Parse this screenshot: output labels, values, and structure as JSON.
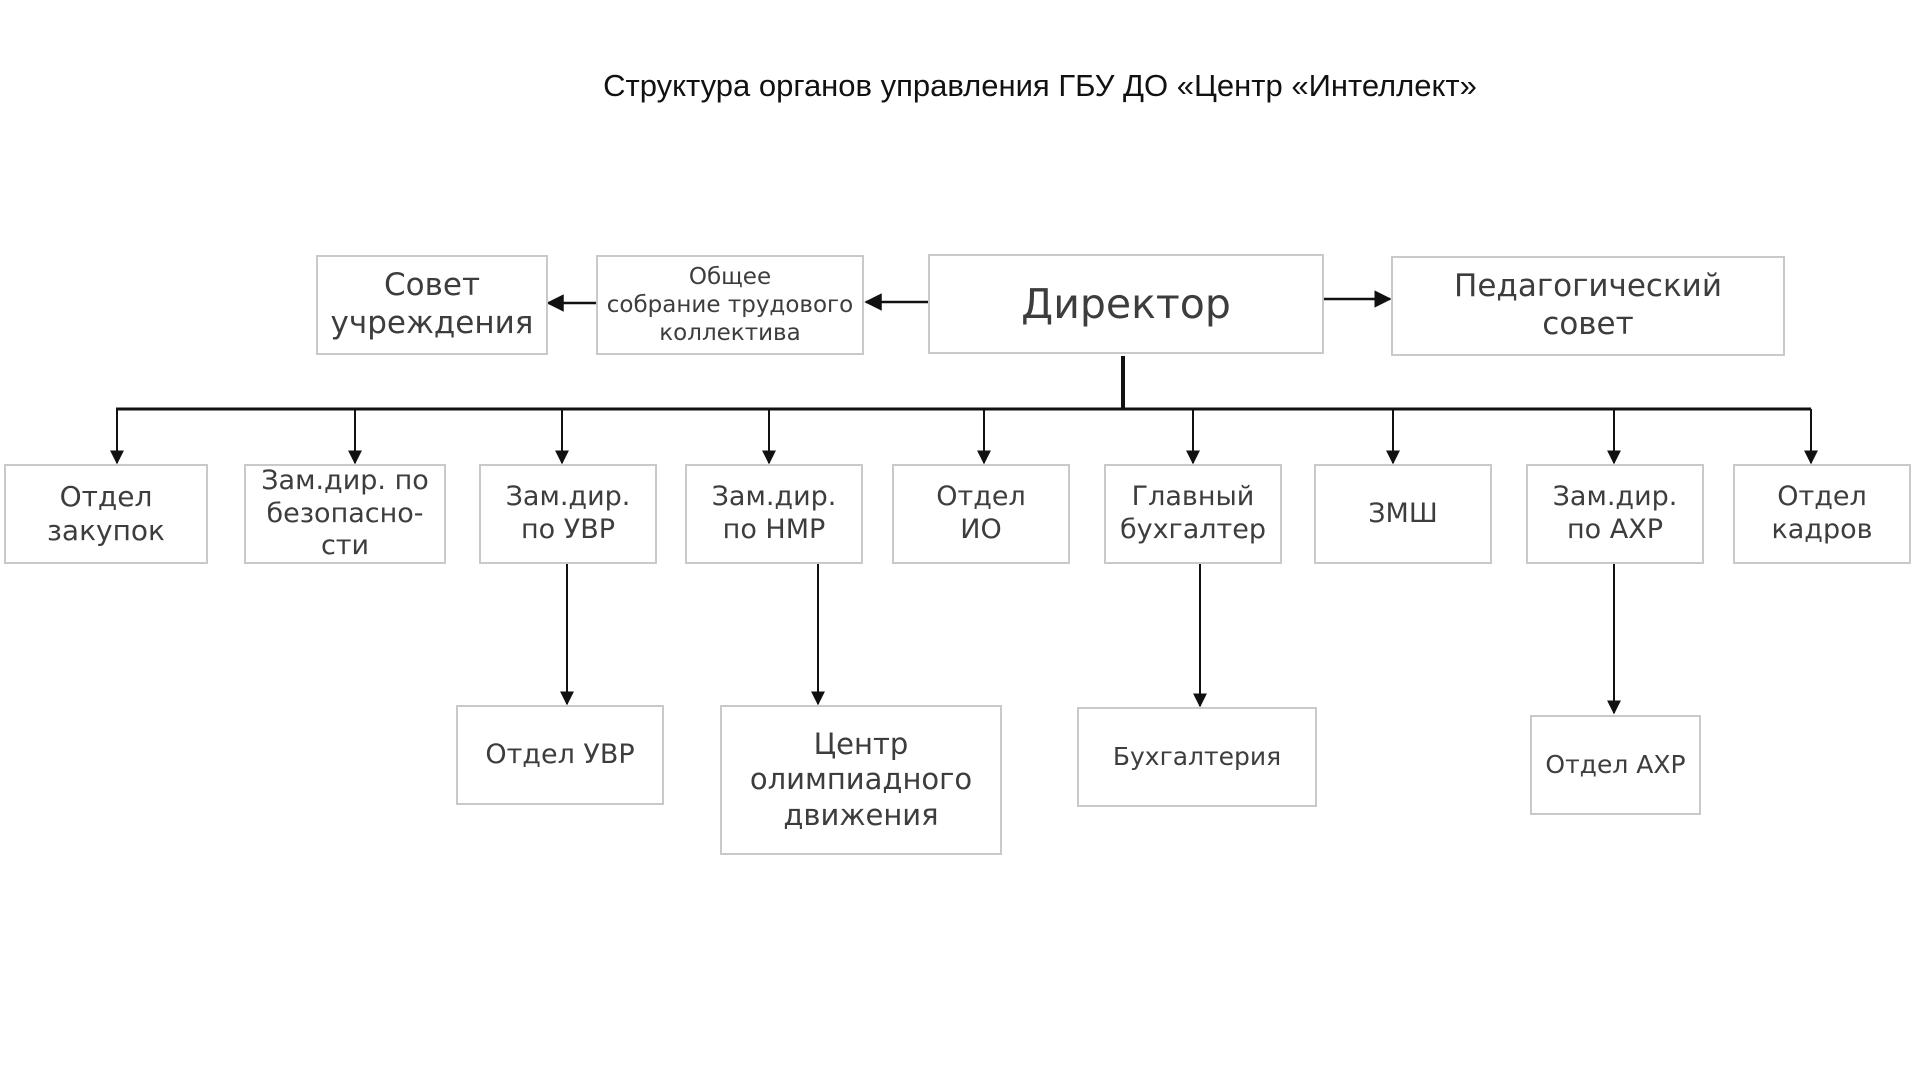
{
  "title": "Структура органов управления ГБУ ДО «Центр «Интеллект»",
  "nodes": {
    "director": "Директор",
    "council": "Совет\nучреждения",
    "general_meeting": "Общее\nсобрание трудового\nколлектива",
    "ped_council": "Педагогический\nсовет",
    "procurement": "Отдел\nзакупок",
    "deputy_security": "Зам.дир. по\nбезопасно-\nсти",
    "deputy_uvr": "Зам.дир.\nпо УВР",
    "deputy_nmr": "Зам.дир.\nпо НМР",
    "dept_io": "Отдел\nИО",
    "chief_accountant": "Главный\nбухгалтер",
    "zmsh": "ЗМШ",
    "deputy_ahr": "Зам.дир.\nпо АХР",
    "hr_dept": "Отдел\nкадров",
    "dept_uvr": "Отдел УВР",
    "olympiad_center": "Центр\nолимпиадного\nдвижения",
    "accounting": "Бухгалтерия",
    "dept_ahr": "Отдел АХР"
  }
}
